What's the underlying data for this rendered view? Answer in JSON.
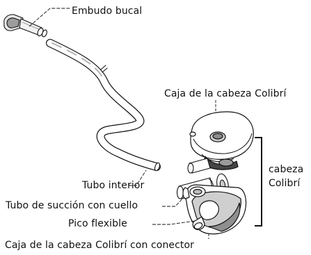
{
  "labels": {
    "embudo_bucal": "Embudo bucal",
    "caja_cabeza": "Caja de la cabeza Colibrí",
    "tubo_interior": "Tubo interior",
    "tubo_succion": "Tubo de succión con cuello",
    "pico_flexible": "Pico flexible",
    "caja_conector": "Caja de la cabeza Colibrí con conector",
    "cabeza_group_line1": "cabeza",
    "cabeza_group_line2": "Colibrí"
  },
  "colors": {
    "line": "#111111",
    "fill": "#ffffff",
    "shade": "#bdbdbd",
    "dark_shade": "#7a7a7a"
  }
}
